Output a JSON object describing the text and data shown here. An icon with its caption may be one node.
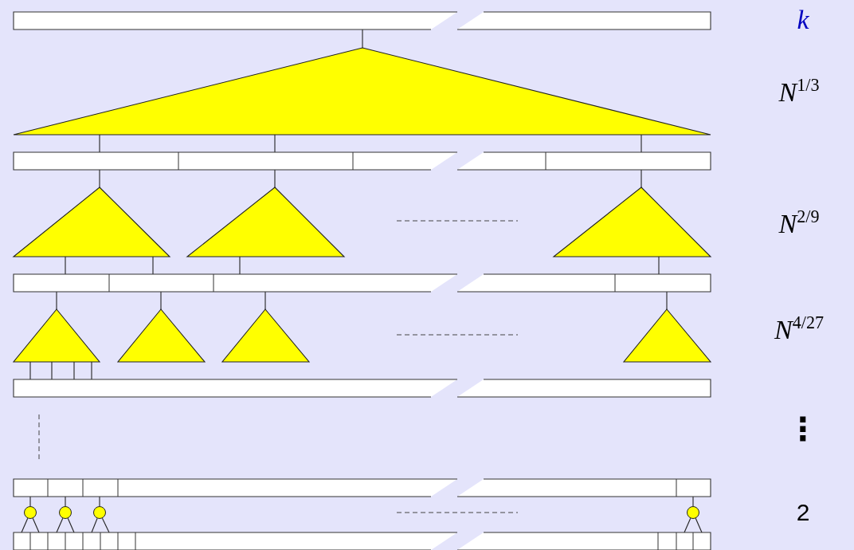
{
  "diagram": {
    "nodes": [
      {
        "text": [],
        "shape": "bar"
      },
      {
        "text": [],
        "shape": "triangle"
      },
      {
        "text": [],
        "shape": "bar"
      },
      {
        "text": [],
        "shape": "triangle"
      },
      {
        "text": [],
        "shape": "triangle"
      },
      {
        "text": [],
        "shape": "triangle"
      },
      {
        "text": [],
        "shape": "bar"
      },
      {
        "text": [],
        "shape": "triangle"
      },
      {
        "text": [],
        "shape": "triangle"
      },
      {
        "text": [],
        "shape": "triangle"
      },
      {
        "text": [],
        "shape": "triangle"
      },
      {
        "text": [],
        "shape": "bar"
      },
      {
        "text": [],
        "shape": "bar"
      },
      {
        "text": [],
        "shape": "circle"
      },
      {
        "text": [],
        "shape": "circle"
      },
      {
        "text": [],
        "shape": "circle"
      },
      {
        "text": [],
        "shape": "circle"
      },
      {
        "text": [],
        "shape": "bar"
      }
    ],
    "edges": [
      {
        "from": 0,
        "to": 1,
        "arrow": "none"
      },
      {
        "from": 1,
        "to": 2,
        "arrow": "none"
      },
      {
        "from": 1,
        "to": 2,
        "arrow": "none"
      },
      {
        "from": 1,
        "to": 2,
        "arrow": "none"
      },
      {
        "from": 2,
        "to": 3,
        "arrow": "none"
      },
      {
        "from": 2,
        "to": 4,
        "arrow": "none"
      },
      {
        "from": 2,
        "to": 5,
        "arrow": "none"
      },
      {
        "from": 3,
        "to": 6,
        "arrow": "none"
      },
      {
        "from": 3,
        "to": 6,
        "arrow": "none"
      },
      {
        "from": 4,
        "to": 6,
        "arrow": "none"
      },
      {
        "from": 5,
        "to": 6,
        "arrow": "none"
      },
      {
        "from": 6,
        "to": 7,
        "arrow": "none"
      },
      {
        "from": 6,
        "to": 8,
        "arrow": "none"
      },
      {
        "from": 6,
        "to": 9,
        "arrow": "none"
      },
      {
        "from": 6,
        "to": 10,
        "arrow": "none"
      },
      {
        "from": 7,
        "to": 11,
        "arrow": "none"
      },
      {
        "from": 7,
        "to": 11,
        "arrow": "none"
      },
      {
        "from": 7,
        "to": 11,
        "arrow": "none"
      },
      {
        "from": 7,
        "to": 11,
        "arrow": "none"
      },
      {
        "from": 12,
        "to": 13,
        "arrow": "none"
      },
      {
        "from": 12,
        "to": 14,
        "arrow": "none"
      },
      {
        "from": 12,
        "to": 15,
        "arrow": "none"
      },
      {
        "from": 12,
        "to": 16,
        "arrow": "none"
      },
      {
        "from": 13,
        "to": 17,
        "arrow": "none"
      },
      {
        "from": 13,
        "to": 17,
        "arrow": "none"
      },
      {
        "from": 14,
        "to": 17,
        "arrow": "none"
      },
      {
        "from": 14,
        "to": 17,
        "arrow": "none"
      },
      {
        "from": 15,
        "to": 17,
        "arrow": "none"
      },
      {
        "from": 15,
        "to": 17,
        "arrow": "none"
      },
      {
        "from": 16,
        "to": 17,
        "arrow": "none"
      },
      {
        "from": 16,
        "to": 17,
        "arrow": "none"
      }
    ],
    "labels": [
      "k",
      "*N*$^{1/3}$",
      "*N*$^{2/9}$",
      "*N*$^{4/27}$",
      "⋮",
      "2"
    ]
  }
}
